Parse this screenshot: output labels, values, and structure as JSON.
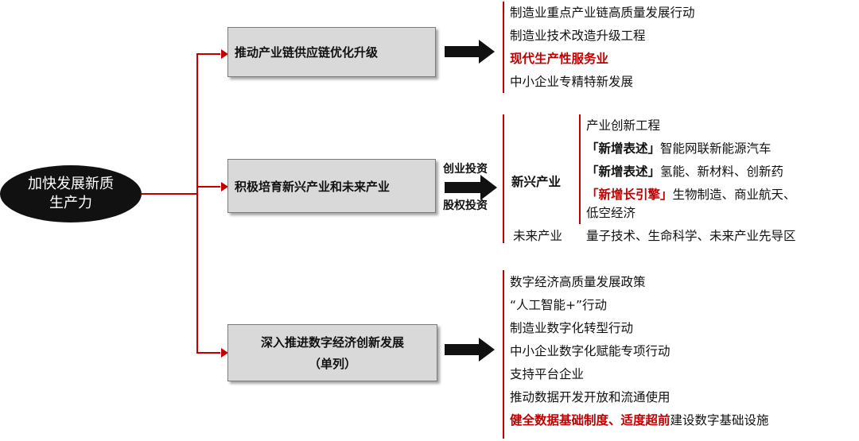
{
  "root": {
    "line1": "加快发展新质",
    "line2": "生产力"
  },
  "branches": [
    {
      "label": "推动产业链供应链优化升级",
      "items": [
        {
          "text": "制造业重点产业链高质量发展行动",
          "highlight": false
        },
        {
          "text": "制造业技术改造升级工程",
          "highlight": false
        },
        {
          "text": "现代生产性服务业",
          "highlight": true
        },
        {
          "text": "中小企业专精特新发展",
          "highlight": false
        }
      ]
    },
    {
      "label": "积极培育新兴产业和未来产业",
      "arrow_top": "创业投资",
      "arrow_bottom": "股权投资",
      "emerging": {
        "title": "新兴产业",
        "items": [
          {
            "text": "产业创新工程"
          },
          {
            "tag": "「新增表述」",
            "text": "智能网联新能源汽车",
            "tag_red": false
          },
          {
            "tag": "「新增表述」",
            "text": "氢能、新材料、创新药",
            "tag_red": false
          },
          {
            "tag": "「新增长引擎」",
            "text": "生物制造、商业航天、",
            "tag_red": true
          },
          {
            "text": "低空经济"
          }
        ]
      },
      "future": {
        "title": "未来产业",
        "text": "量子技术、生命科学、未来产业先导区"
      }
    },
    {
      "label_line1": "深入推进数字经济创新发展",
      "label_line2": "（单列）",
      "items": [
        {
          "text": "数字经济高质量发展政策"
        },
        {
          "text": "“人工智能+”行动"
        },
        {
          "text": "制造业数字化转型行动"
        },
        {
          "text": "中小企业数字化赋能专项行动"
        },
        {
          "text": "支持平台企业"
        },
        {
          "text": "推动数据开发开放和流通使用"
        },
        {
          "red": "健全数据基础制度、适度超前",
          "text": "建设数字基础设施"
        }
      ]
    }
  ],
  "colors": {
    "accent": "#c00000",
    "box_fill": "#d9d9d9",
    "root_fill": "#111111"
  }
}
